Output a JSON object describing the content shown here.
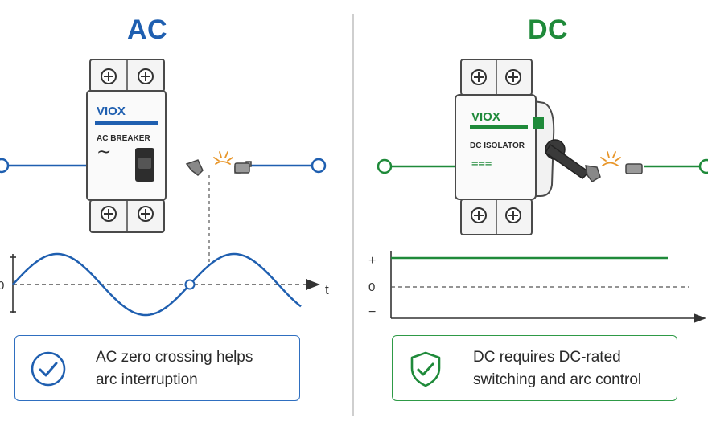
{
  "ac": {
    "title": "AC",
    "device": {
      "brand": "VIOX",
      "label": "AC BREAKER",
      "symbol": "~"
    },
    "waveform": {
      "axis_label": "t",
      "zero_label": "0"
    },
    "card": {
      "line1": "AC zero crossing helps",
      "line2": "arc interruption",
      "icon": "check-circle-icon"
    }
  },
  "dc": {
    "title": "DC",
    "device": {
      "brand": "VIOX",
      "label": "DC ISOLATOR",
      "symbol": "==="
    },
    "waveform": {
      "plus_label": "+",
      "zero_label": "0",
      "minus_label": "−"
    },
    "card": {
      "line1": "DC requires DC-rated",
      "line2": "switching and arc control",
      "icon": "shield-check-icon"
    }
  },
  "colors": {
    "ac": "#1f5fb0",
    "dc": "#1f8a3a",
    "device_outline": "#4a4a4a",
    "spark": "#e8962a"
  }
}
